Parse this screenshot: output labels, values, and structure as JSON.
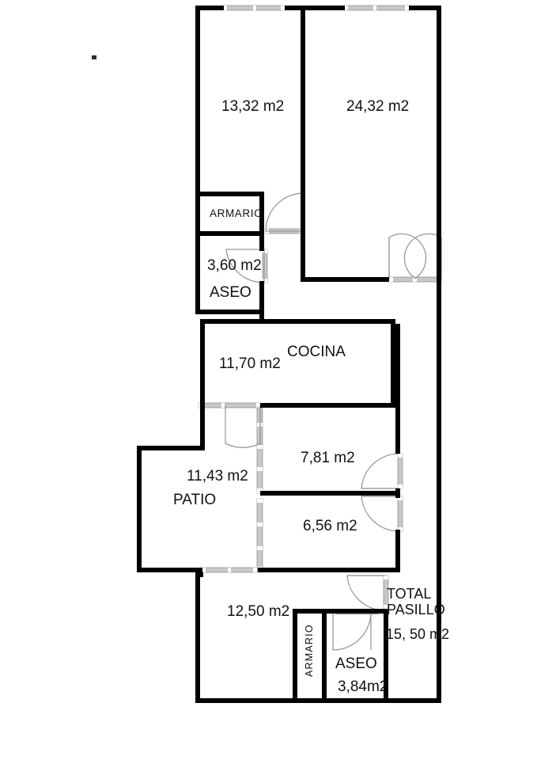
{
  "document": {
    "type": "floor-plan",
    "title": "Plano de vivienda",
    "units": "m2",
    "background_color": "#ffffff",
    "wall_color": "#000000",
    "opening_fill_color": "#c8c8c8",
    "door_swing_color": "#999999",
    "text_color": "#111111"
  },
  "rooms": [
    {
      "id": "room-dormitorio-1",
      "name": "",
      "area": "13,32 m2"
    },
    {
      "id": "room-dormitorio-2",
      "name": "",
      "area": "24,32 m2"
    },
    {
      "id": "closet-armario-top",
      "name": "ARMARIO",
      "area": ""
    },
    {
      "id": "room-aseo-top",
      "name": "ASEO",
      "area": "3,60 m2"
    },
    {
      "id": "room-cocina",
      "name": "COCINA",
      "area": "11,70 m2"
    },
    {
      "id": "room-patio",
      "name": "PATIO",
      "area": "11,43 m2"
    },
    {
      "id": "room-dormitorio-3",
      "name": "",
      "area": "7,81 m2"
    },
    {
      "id": "room-dormitorio-4",
      "name": "",
      "area": "6,56 m2"
    },
    {
      "id": "room-salon",
      "name": "",
      "area": "12,50 m2"
    },
    {
      "id": "closet-armario-bottom",
      "name": "ARMARIO",
      "area": ""
    },
    {
      "id": "room-aseo-bottom",
      "name": "ASEO",
      "area": "3,84m2"
    }
  ],
  "annotations": {
    "total_line_1": "TOTAL",
    "total_line_2": "PASILLO",
    "total_area": "15, 50 m2"
  }
}
